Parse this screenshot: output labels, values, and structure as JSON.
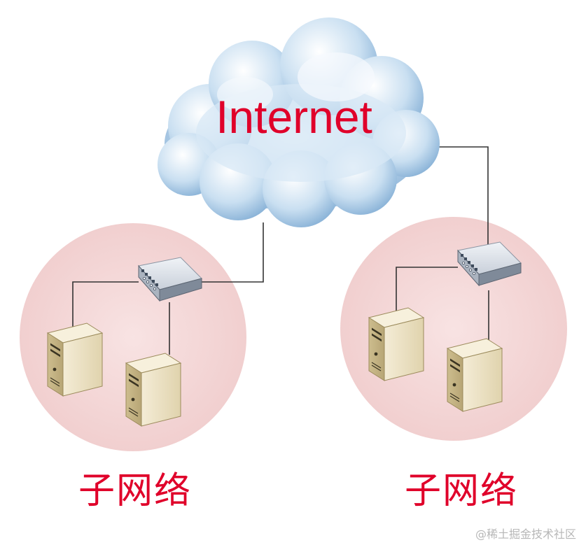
{
  "diagram": {
    "cloud_label": "Internet",
    "subnets": [
      {
        "label": "子网络"
      },
      {
        "label": "子网络"
      }
    ]
  },
  "watermark": "@稀土掘金技术社区",
  "colors": {
    "cloud_text": "#e0002a",
    "subnet_label": "#e0002a",
    "subnet_circle": "#f6dada",
    "cloud_light": "#dbeaf6",
    "cloud_dark": "#8cb4da",
    "wire": "#333333"
  }
}
